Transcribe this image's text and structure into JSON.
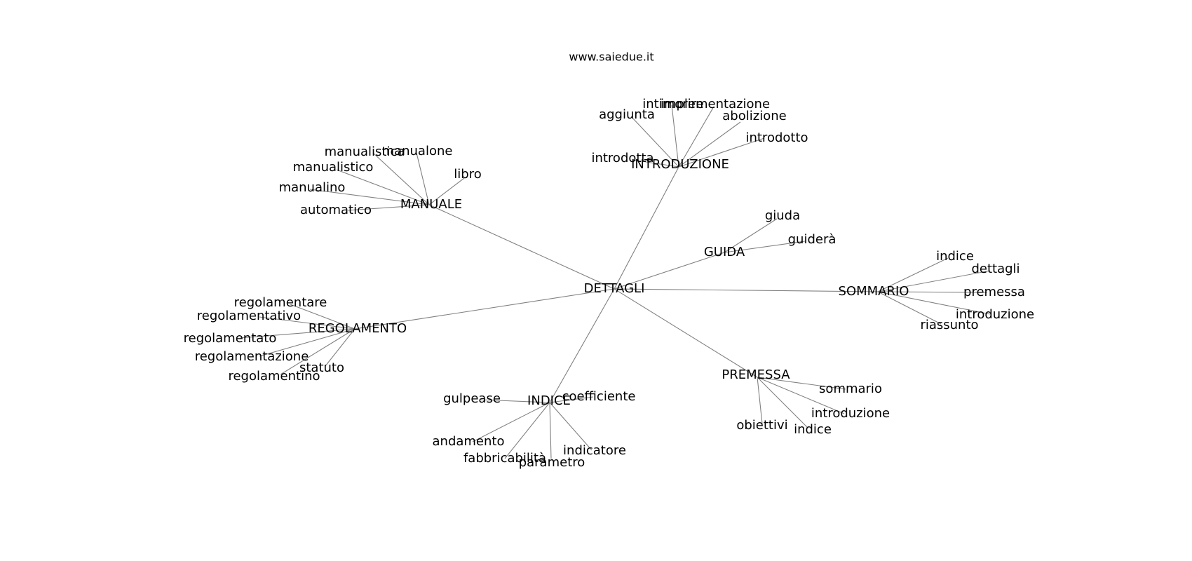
{
  "site": "www.saiedue.it",
  "diagram": {
    "center": "DETTAGLI",
    "hubs": [
      {
        "label": "INTRODUZIONE",
        "children": [
          "intimorire",
          "implementazione",
          "aggiunta",
          "abolizione",
          "introdotto",
          "introdotta"
        ]
      },
      {
        "label": "MANUALE",
        "children": [
          "manualistica",
          "manualone",
          "manualistico",
          "libro",
          "manualino",
          "automatico"
        ]
      },
      {
        "label": "GUIDA",
        "children": [
          "giuda",
          "guiderà"
        ]
      },
      {
        "label": "SOMMARIO",
        "children": [
          "indice",
          "dettagli",
          "premessa",
          "introduzione",
          "riassunto"
        ]
      },
      {
        "label": "REGOLAMENTO",
        "children": [
          "regolamentare",
          "regolamentativo",
          "regolamentato",
          "regolamentazione",
          "statuto",
          "regolamentino"
        ]
      },
      {
        "label": "PREMESSA",
        "children": [
          "sommario",
          "introduzione",
          "obiettivi",
          "indice"
        ]
      },
      {
        "label": "INDICE",
        "children": [
          "gulpease",
          "coefficiente",
          "andamento",
          "indicatore",
          "fabbricabilità",
          "parametro"
        ]
      }
    ]
  }
}
